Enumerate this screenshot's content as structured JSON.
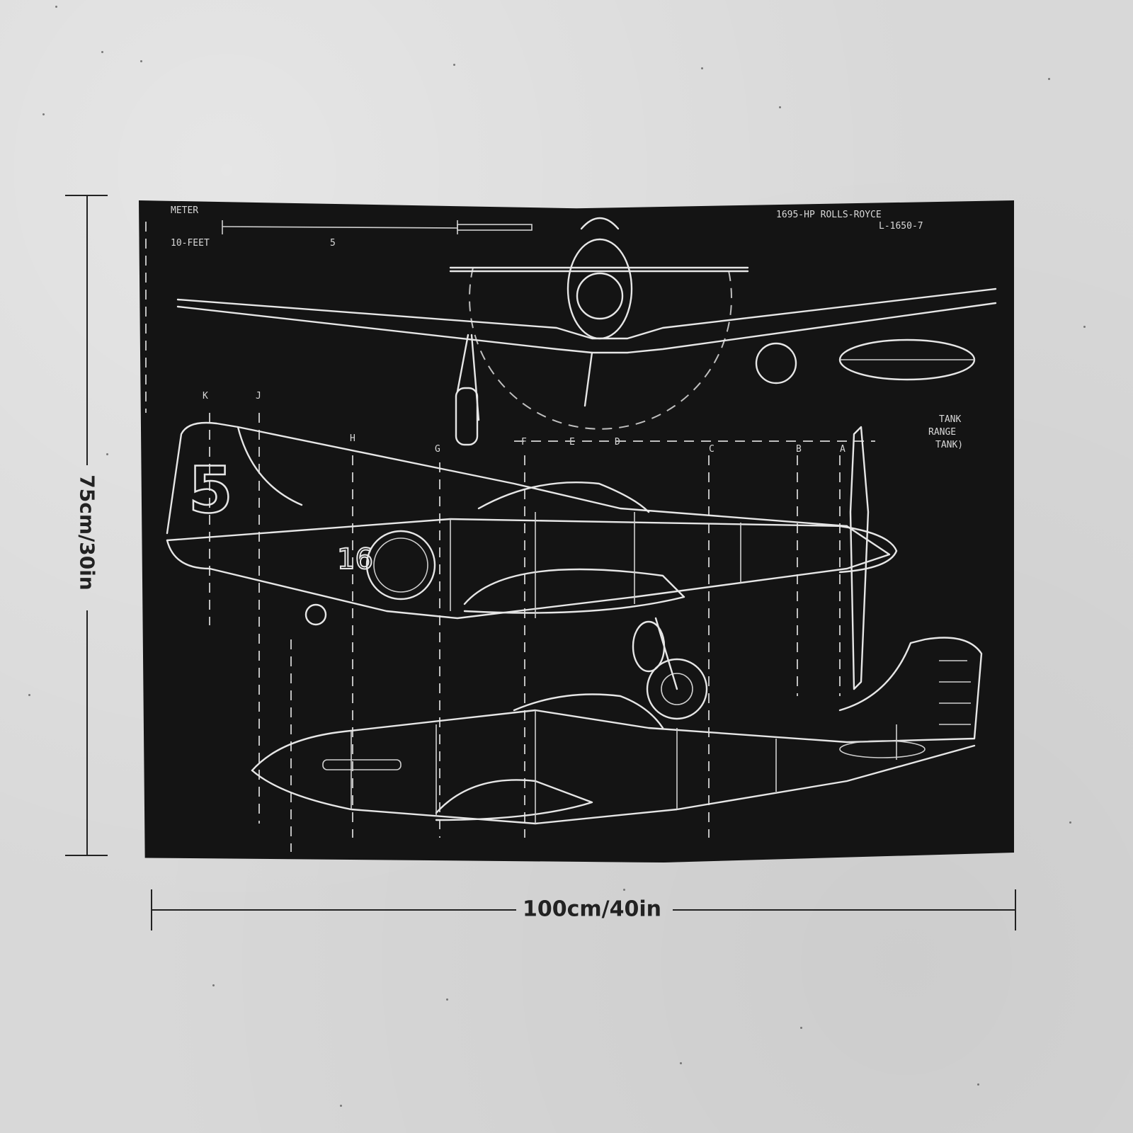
{
  "product": {
    "type": "wall tapestry",
    "artwork": "P-51 Mustang blueprint, white line drawing on black",
    "colors": {
      "wall": "#d8d8d8",
      "fabric": "#141414",
      "lines": "#e6e6e6",
      "annotation": "#222222"
    }
  },
  "dimensions": {
    "height_label": "75cm/30in",
    "width_label": "100cm/40in"
  },
  "blueprint": {
    "scale_left_label": "10-FEET",
    "scale_mid_label": "5",
    "scale_top_label": "METER",
    "engine_line1": "1695-HP ROLLS-ROYCE",
    "engine_line2": "L-1650-7",
    "tank_lines": [
      "TANK",
      "RANGE",
      "TANK)"
    ],
    "station_letters": [
      "K",
      "J",
      "H",
      "G",
      "F",
      "E",
      "D",
      "C",
      "B",
      "A"
    ],
    "tail_number": "5",
    "fuselage_code": "16"
  }
}
